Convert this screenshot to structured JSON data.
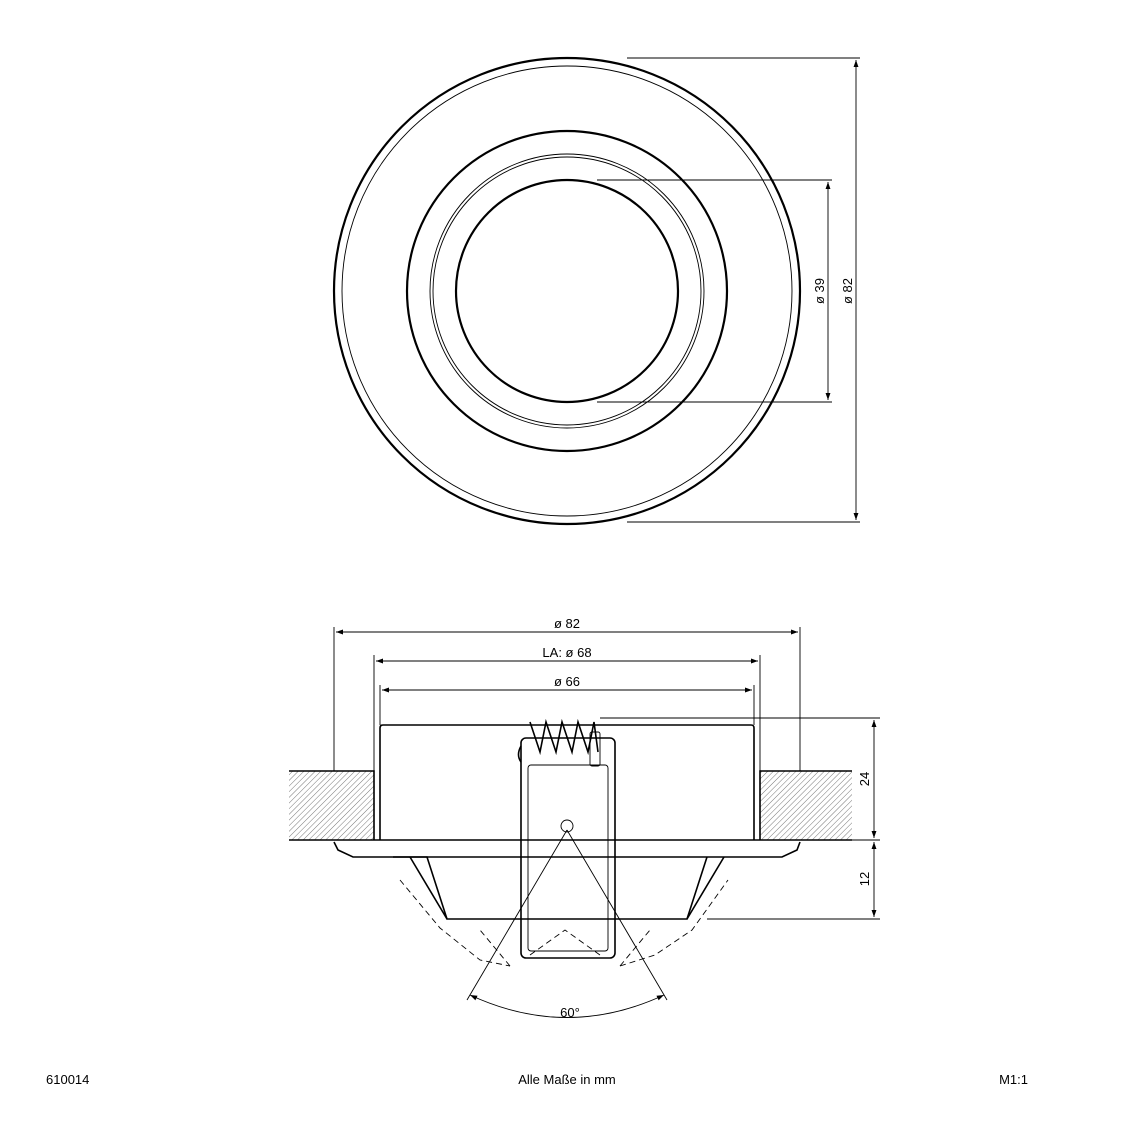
{
  "top_view": {
    "dim_inner": "ø 39",
    "dim_outer": "ø 82"
  },
  "side_view": {
    "dim_outer": "ø 82",
    "dim_cutout": "LA: ø 68",
    "dim_body": "ø 66",
    "dim_height_top": "24",
    "dim_height_bottom": "12",
    "dim_angle": "60°"
  },
  "footer": {
    "article_number": "610014",
    "units_note": "Alle Maße in mm",
    "scale": "M1:1"
  }
}
